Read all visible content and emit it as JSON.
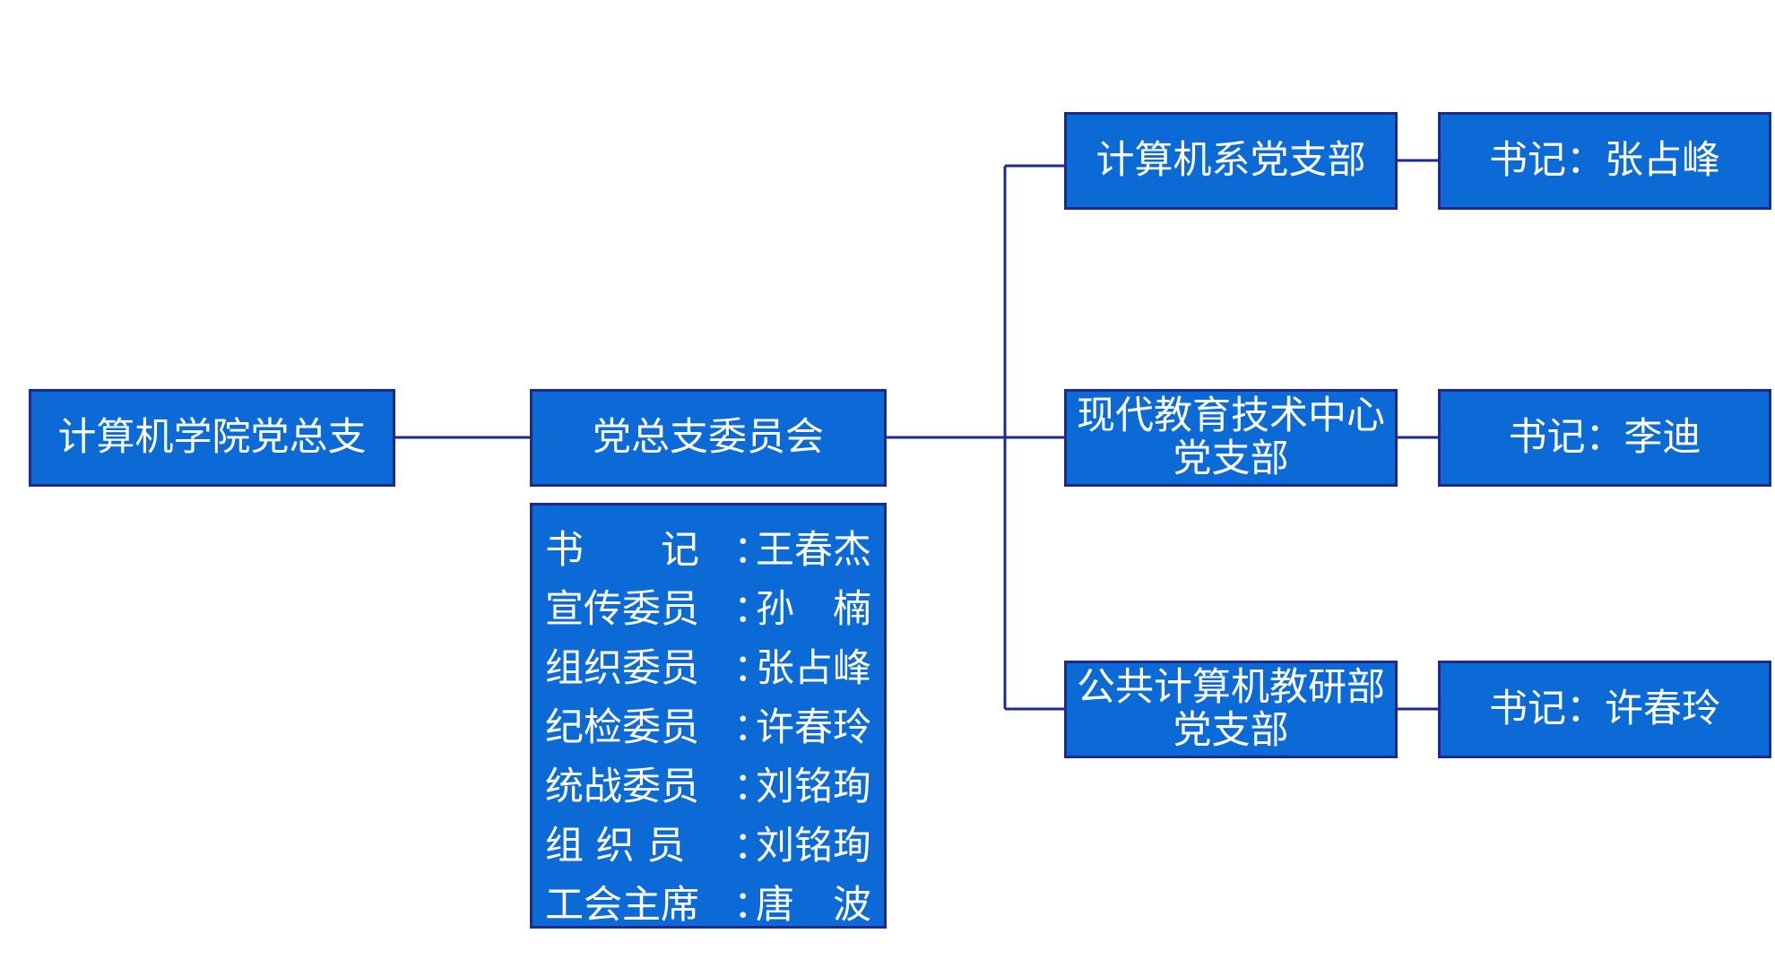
{
  "root": {
    "label": "计算机学院党总支"
  },
  "committee": {
    "label": "党总支委员会",
    "members": [
      {
        "title": "书　　记",
        "colon": "：",
        "name": "王春杰"
      },
      {
        "title": "宣传委员",
        "colon": "：",
        "name": "孙　楠"
      },
      {
        "title": "组织委员",
        "colon": "：",
        "name": "张占峰"
      },
      {
        "title": "纪检委员",
        "colon": "：",
        "name": "许春玲"
      },
      {
        "title": "统战委员",
        "colon": "：",
        "name": "刘铭珣"
      },
      {
        "title": "组 织 员",
        "colon": "：",
        "name": "刘铭珣"
      },
      {
        "title": "工会主席",
        "colon": "：",
        "name": "唐　波"
      }
    ]
  },
  "branches": [
    {
      "label_lines": [
        "计算机系党支部"
      ],
      "secretary": "书记：张占峰"
    },
    {
      "label_lines": [
        "现代教育技术中心",
        "党支部"
      ],
      "secretary": "书记：李迪"
    },
    {
      "label_lines": [
        "公共计算机教研部",
        "党支部"
      ],
      "secretary": "书记：许春玲"
    }
  ],
  "colors": {
    "box_fill": "#0b6ad6",
    "box_border": "#1b2a8c",
    "connector": "#1b2a8c",
    "text": "#ffffff"
  }
}
